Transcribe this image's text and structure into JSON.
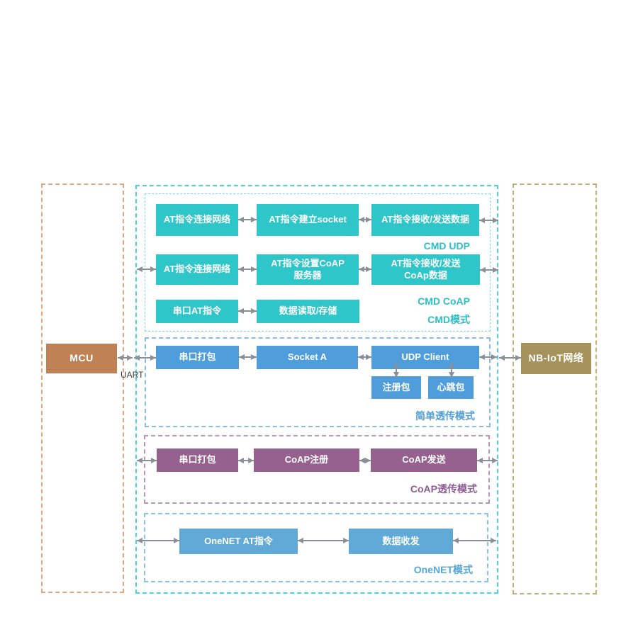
{
  "colors": {
    "teal": "#2ec6c8",
    "blue": "#4f9ddb",
    "purple": "#97618f",
    "lblue": "#61aad8",
    "mcu": "#bf8254",
    "nbiot": "#a6935b",
    "arrow": "#8a9099",
    "label-teal": "#2bbfc4",
    "label-blue": "#4e9eda",
    "label-purple": "#8d5c94",
    "label-lblue": "#56a5d8",
    "uart-text": "#3d3d3d",
    "dash-left": "#e2a77f",
    "dash-right": "#c2ae74",
    "dash-outer": "#4cd3d8",
    "dash-cmd": "#7adade",
    "dash-simple": "#87bce5",
    "dash-coap": "#bb93bf",
    "dash-onenet": "#8cc0e4"
  },
  "mcu": {
    "label": "MCU"
  },
  "nbiot": {
    "label": "NB-IoT网络"
  },
  "uart": {
    "label": "UART"
  },
  "cmd": {
    "row1": {
      "b1": "AT指令连接网络",
      "b2": "AT指令建立socket",
      "b3": "AT指令接收/发送数据",
      "label": "CMD UDP"
    },
    "row2": {
      "b1": "AT指令连接网络",
      "b2_line1": "AT指令设置CoAP",
      "b2_line2": "服务器",
      "b3_line1": "AT指令接收/发送",
      "b3_line2": "CoAp数据",
      "label": "CMD CoAP"
    },
    "row3": {
      "b1": "串口AT指令",
      "b2": "数据读取/存储"
    },
    "label": "CMD模式"
  },
  "simple": {
    "b1": "串口打包",
    "b2": "Socket A",
    "b3": "UDP Client",
    "sub1": "注册包",
    "sub2": "心跳包",
    "label": "简单透传模式"
  },
  "coap": {
    "b1": "串口打包",
    "b2": "CoAP注册",
    "b3": "CoAP发送",
    "label": "CoAP透传模式"
  },
  "onenet": {
    "b1": "OneNET AT指令",
    "b2": "数据收发",
    "label": "OneNET模式"
  }
}
